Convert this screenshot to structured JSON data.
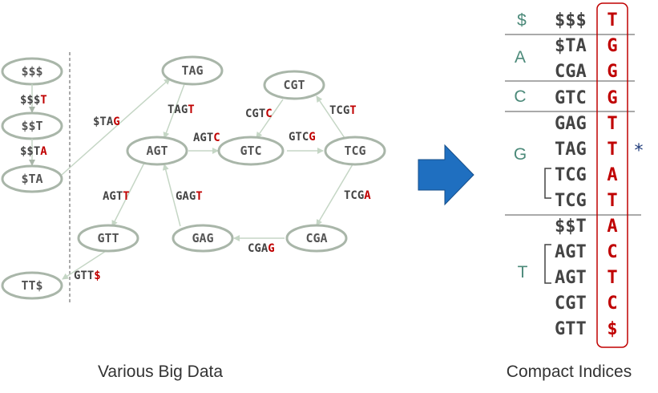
{
  "left_nodes": [
    {
      "id": "n-sss",
      "label": "$$$"
    },
    {
      "id": "n-sst",
      "label": "$$T"
    },
    {
      "id": "n-sta",
      "label": "$TA"
    },
    {
      "id": "n-tts",
      "label": "TT$"
    }
  ],
  "left_edges": [
    {
      "prefix": "$$$",
      "suffix": "T"
    },
    {
      "prefix": "$$T",
      "suffix": "A"
    }
  ],
  "graph_nodes": [
    {
      "id": "g-tag",
      "label": "TAG"
    },
    {
      "id": "g-cgt",
      "label": "CGT"
    },
    {
      "id": "g-agt",
      "label": "AGT"
    },
    {
      "id": "g-gtc",
      "label": "GTC"
    },
    {
      "id": "g-tcg",
      "label": "TCG"
    },
    {
      "id": "g-gtt",
      "label": "GTT"
    },
    {
      "id": "g-gag",
      "label": "GAG"
    },
    {
      "id": "g-cga",
      "label": "CGA"
    }
  ],
  "graph_edges": [
    {
      "id": "e-stag",
      "prefix": "$TA",
      "suffix": "G"
    },
    {
      "id": "e-tagt",
      "prefix": "TAG",
      "suffix": "T"
    },
    {
      "id": "e-agtc",
      "prefix": "AGT",
      "suffix": "C"
    },
    {
      "id": "e-cgtc",
      "prefix": "CGT",
      "suffix": "C"
    },
    {
      "id": "e-gtcg",
      "prefix": "GTC",
      "suffix": "G"
    },
    {
      "id": "e-tcgt",
      "prefix": "TCG",
      "suffix": "T"
    },
    {
      "id": "e-agtt",
      "prefix": "AGT",
      "suffix": "T"
    },
    {
      "id": "e-gagt",
      "prefix": "GAG",
      "suffix": "T"
    },
    {
      "id": "e-tcga",
      "prefix": "TCG",
      "suffix": "A"
    },
    {
      "id": "e-cgag",
      "prefix": "CGA",
      "suffix": "G"
    },
    {
      "id": "e-gtts",
      "prefix": "GTT",
      "suffix": "$"
    }
  ],
  "table": {
    "groups": [
      "$",
      "A",
      "C",
      "G",
      "T"
    ],
    "rows": [
      {
        "kmer": "$$$",
        "last": "T"
      },
      {
        "kmer": "$TA",
        "last": "G"
      },
      {
        "kmer": "CGA",
        "last": "G"
      },
      {
        "kmer": "GTC",
        "last": "G"
      },
      {
        "kmer": "GAG",
        "last": "T"
      },
      {
        "kmer": "TAG",
        "last": "T"
      },
      {
        "kmer": "TCG",
        "last": "A"
      },
      {
        "kmer": "TCG",
        "last": "T"
      },
      {
        "kmer": "$$T",
        "last": "A"
      },
      {
        "kmer": "AGT",
        "last": "C"
      },
      {
        "kmer": "AGT",
        "last": "T"
      },
      {
        "kmer": "CGT",
        "last": "C"
      },
      {
        "kmer": "GTT",
        "last": "$"
      }
    ],
    "star": "*"
  },
  "captions": {
    "left": "Various Big Data",
    "right": "Compact Indices"
  },
  "colors": {
    "node_stroke": "#a9b6a9",
    "edge": "#c5d6c5",
    "highlight": "#c00000",
    "group_label": "#4c8a7a",
    "arrow": "#1f6fc0"
  }
}
